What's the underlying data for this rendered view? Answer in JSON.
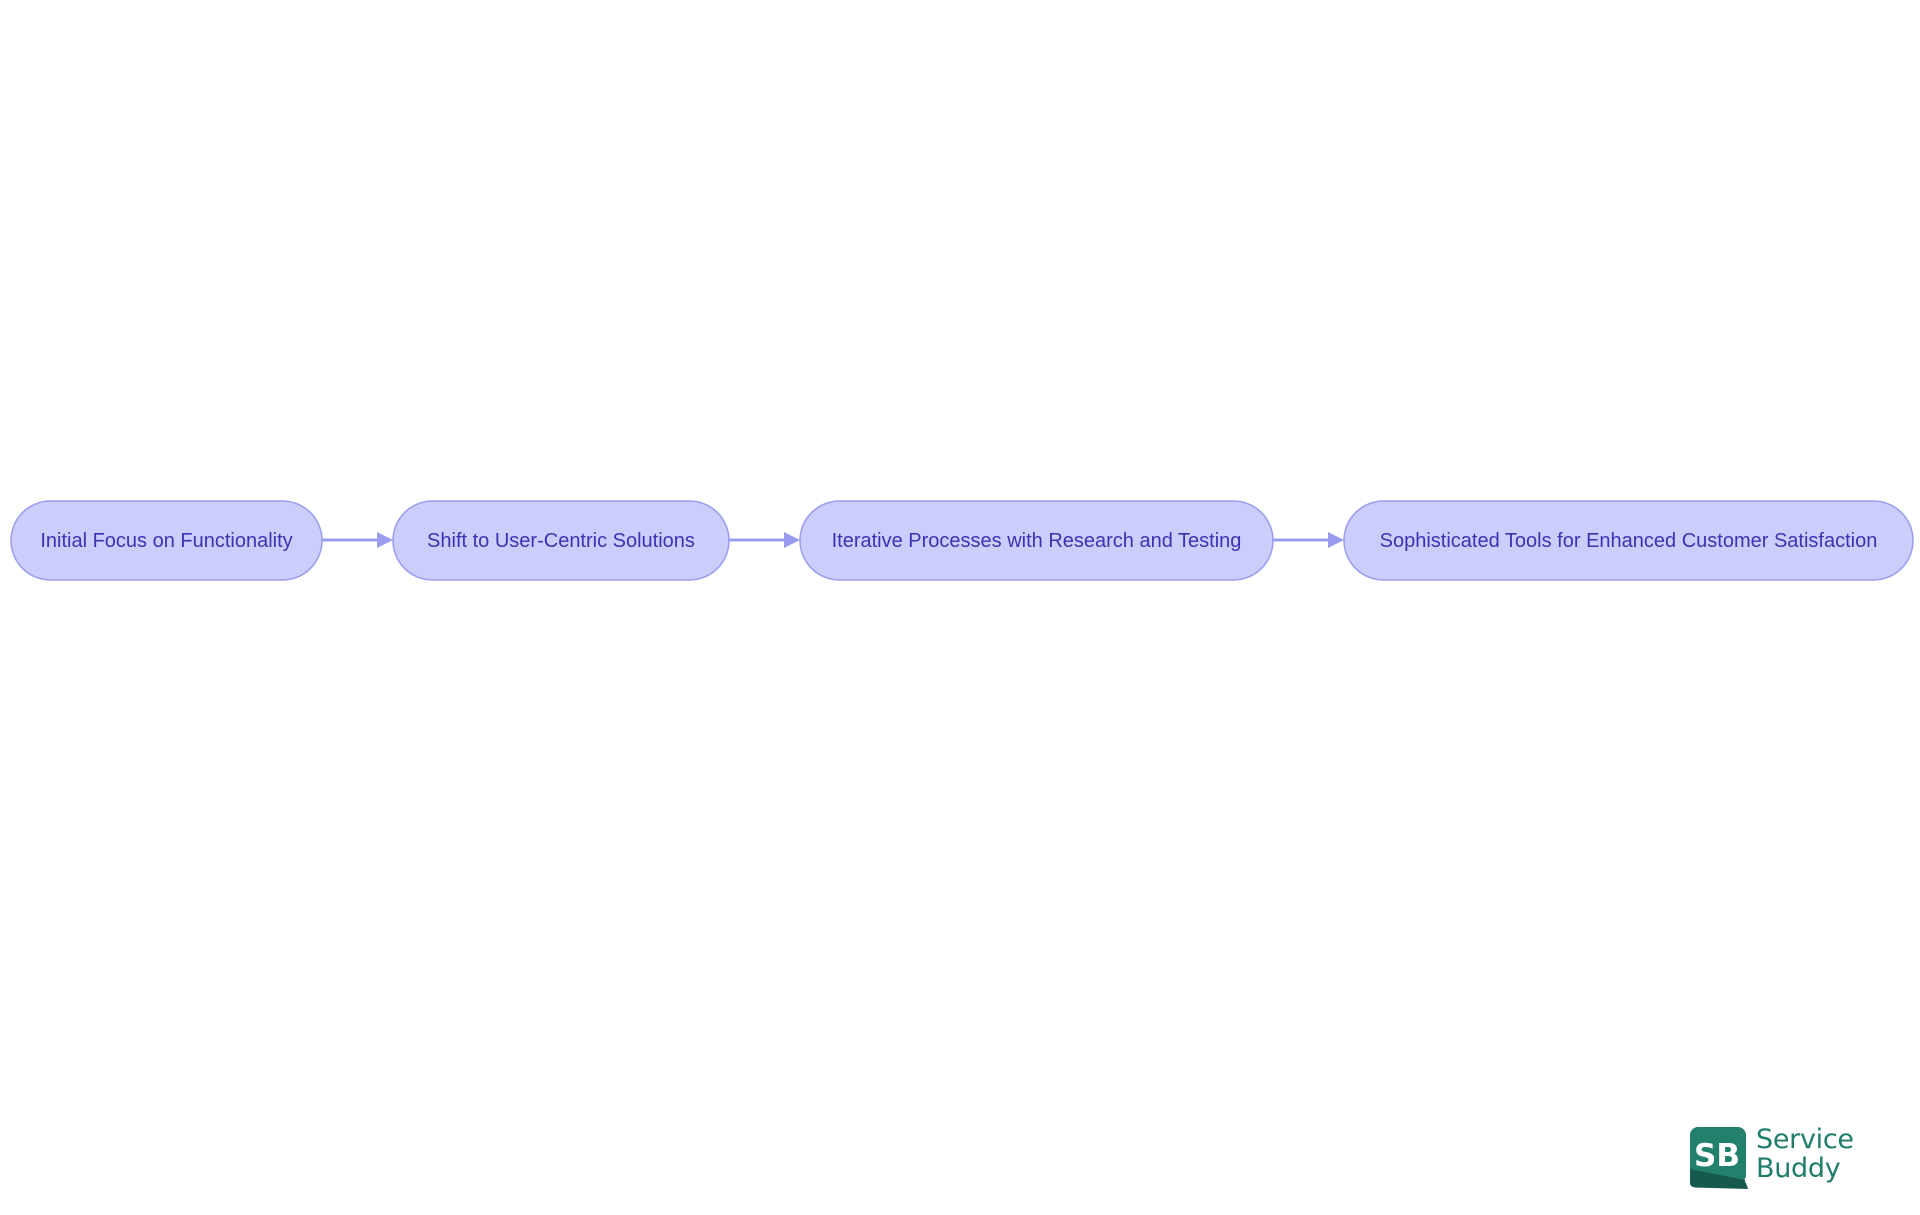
{
  "diagram": {
    "type": "flowchart",
    "direction": "left-to-right",
    "nodes": [
      {
        "id": "n1",
        "label": "Initial Focus on Functionality"
      },
      {
        "id": "n2",
        "label": "Shift to User-Centric Solutions"
      },
      {
        "id": "n3",
        "label": "Iterative Processes with Research and Testing"
      },
      {
        "id": "n4",
        "label": "Sophisticated Tools for Enhanced Customer Satisfaction"
      }
    ],
    "edges": [
      {
        "from": "n1",
        "to": "n2"
      },
      {
        "from": "n2",
        "to": "n3"
      },
      {
        "from": "n3",
        "to": "n4"
      }
    ],
    "colors": {
      "node_fill": "#cccdfb",
      "node_border": "#9a9cef",
      "node_text": "#3a34b3",
      "edge": "#9a9cef"
    }
  },
  "logo": {
    "mark_text": "SB",
    "name": "Service\nBuddy",
    "colors": {
      "mark_dark": "#17594c",
      "mark_light": "#22806d",
      "text": "#1f7d6c"
    }
  }
}
